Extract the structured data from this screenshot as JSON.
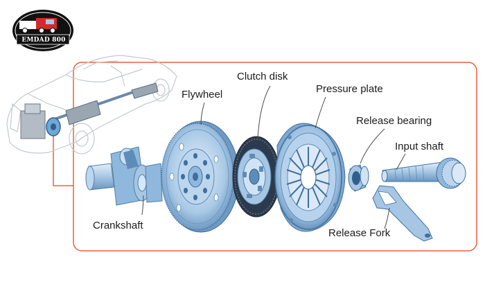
{
  "logo": {
    "text": "EMDAD 800"
  },
  "labels": {
    "clutch_disk": "Clutch disk",
    "flywheel": "Flywheel",
    "pressure_plate": "Pressure plate",
    "release_bearing": "Release bearing",
    "input_shaft": "Input shaft",
    "crankshaft": "Crankshaft",
    "release_fork": "Release Fork"
  },
  "colors": {
    "frame": "#e8623a",
    "leader": "#4a4a4a",
    "part_light": "#cfe3f4",
    "part_mid": "#8fb8dc",
    "part_dark": "#5d8cb8",
    "car_outline": "#c3c9cf",
    "logo_bg": "#111111",
    "logo_truck": "#d42a2a"
  }
}
